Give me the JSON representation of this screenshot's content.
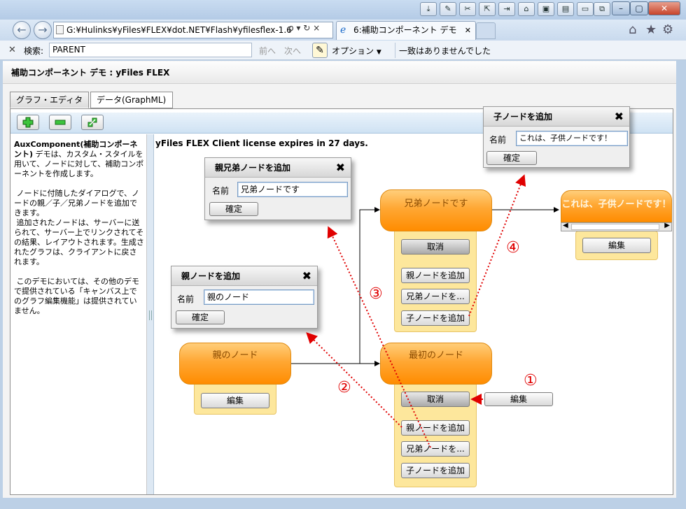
{
  "browser": {
    "address": "G:¥Hulinks¥yFiles¥FLEX¥dot.NET¥Flash¥yfilesflex-1.6",
    "address_controls": "ρ ▾ ↻ ×",
    "tab_title": "6:補助コンポーネント デモ",
    "find_label": "検索:",
    "find_value": "PARENT",
    "prev_label": "前へ",
    "next_label": "次へ",
    "options_label": "オプション",
    "no_match_text": "一致はありませんでした"
  },
  "app": {
    "header_title": "補助コンポーネント デモ : yFiles FLEX",
    "tabs": [
      "グラフ・エディタ",
      "データ(GraphML)"
    ],
    "license_text": "yFiles FLEX Client license expires in 27 days.",
    "sidebar_text_bold": "AuxComponent(補助コンポーネント)",
    "sidebar_text": " デモは、カスタム・スタイルを用いて、ノードに対して、補助コンポーネントを作成します。\n\n ノードに付随したダイアログで、ノードの親／子／兄弟ノードを追加できます。\n 追加されたノードは、サーバーに送られて、サーバー上でリンクされてその結果、レイアウトされます。生成されたグラフは、クライアントに戻されます。\n\n このデモにおいては、その他のデモで提供されている「キャンバス上でのグラフ編集機能」は提供されていません。"
  },
  "dialogs": {
    "sibling": {
      "title": "親兄弟ノードを追加",
      "label": "名前",
      "value": "兄弟ノードです",
      "ok": "確定"
    },
    "parent": {
      "title": "親ノードを追加",
      "label": "名前",
      "value": "親のノード",
      "ok": "確定"
    },
    "child": {
      "title": "子ノードを追加",
      "label": "名前",
      "value": "これは、子供ノードです！",
      "ok": "確定"
    },
    "close_glyph": "✖"
  },
  "nodes": {
    "sibling_node": {
      "label": "兄弟ノードです",
      "buttons": [
        "取消",
        "親ノードを追加",
        "兄弟ノードを...",
        "子ノードを追加"
      ]
    },
    "child_node": {
      "label": "これは、子供ノードです！",
      "buttons": [
        "編集"
      ]
    },
    "parent_node": {
      "label": "親のノード",
      "buttons": [
        "編集"
      ]
    },
    "first_node": {
      "label": "最初のノード",
      "buttons": [
        "取消",
        "親ノードを追加",
        "兄弟ノードを...",
        "子ノードを追加"
      ]
    },
    "floating_edit": "編集"
  },
  "annotations": [
    "①",
    "②",
    "③",
    "④"
  ],
  "colors": {
    "node_orange": "#ff9a1a",
    "panel_yellow": "#fde79c",
    "annotation_red": "#e00000"
  }
}
